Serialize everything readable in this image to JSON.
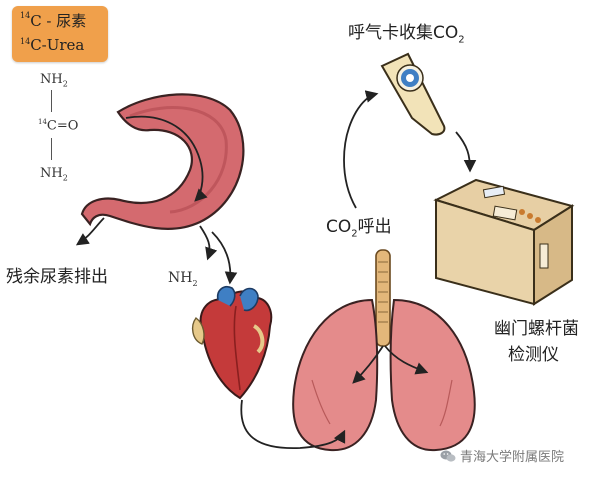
{
  "badge": {
    "line1_sup": "14",
    "line1": "C - 尿素",
    "line2_sup": "14",
    "line2": "C-Urea"
  },
  "formula": {
    "top": "NH",
    "top_sub": "2",
    "mid_sup": "14",
    "mid": "C=O",
    "bottom": "NH",
    "bottom_sub": "2"
  },
  "labels": {
    "residual_urea": "残余尿素排出",
    "nh2": "NH",
    "nh2_sub": "2",
    "breath_card_prefix": "呼气卡收集CO",
    "breath_card_sub": "2",
    "co2_out_prefix": "CO",
    "co2_out_sub": "2",
    "co2_out_suffix": "呼出",
    "device_line1": "幽门螺杆菌",
    "device_line2": "检测仪"
  },
  "watermark": {
    "text": "青海大学附属医院",
    "icon": "wechat-icon"
  }
}
